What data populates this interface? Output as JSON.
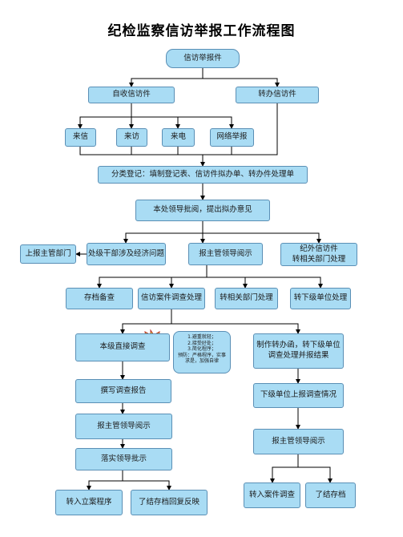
{
  "title": "纪检监察信访举报工作流程图",
  "nodes": {
    "root": "信访举报件",
    "self_received": "自收信访件",
    "transferred": "转办信访件",
    "letter": "来信",
    "visit": "来访",
    "call": "来电",
    "online": "网络举报",
    "register": "分类登记：填制登记表、信访件拟办单、转办件处理单",
    "review": "本处领导批阅，提出拟办意见",
    "report_superior": "上报主管部门",
    "cadre_issue": "处级干部涉及经济问题",
    "report_leader": "报主管领导阅示",
    "outside_scope": "纪外信访件\n转相关部门处理",
    "archive": "存档备查",
    "investigate": "信访案件调查处理",
    "to_dept": "转相关部门处理",
    "to_lower": "转下级单位处理",
    "direct_investigation": "本级直接调查",
    "note": "1.避重就轻；\n2.接受好处；\n3.简化程序；\n预防：严格程序，实事求是，加强自律",
    "transfer_letter": "制作转办函，转下级单位调查处理并报结果",
    "write_report": "撰写调查报告",
    "report_leader_2": "报主管领导阅示",
    "lower_report": "下级单位上报调查情况",
    "implement": "落实领导批示",
    "report_leader_3": "报主管领导阅示",
    "to_case": "转入立案程序",
    "close_reply": "了结存档回复反映",
    "to_case_investigation": "转入案件调查",
    "close_archive": "了结存档"
  },
  "colors": {
    "box_fill": "#a9dcf4",
    "box_border": "#5a8fb5",
    "line": "#000000",
    "burst_fill": "#c8e640",
    "burst_stroke": "#b8322a"
  },
  "icons": {
    "warning_burst": "explosion-burst-icon"
  }
}
